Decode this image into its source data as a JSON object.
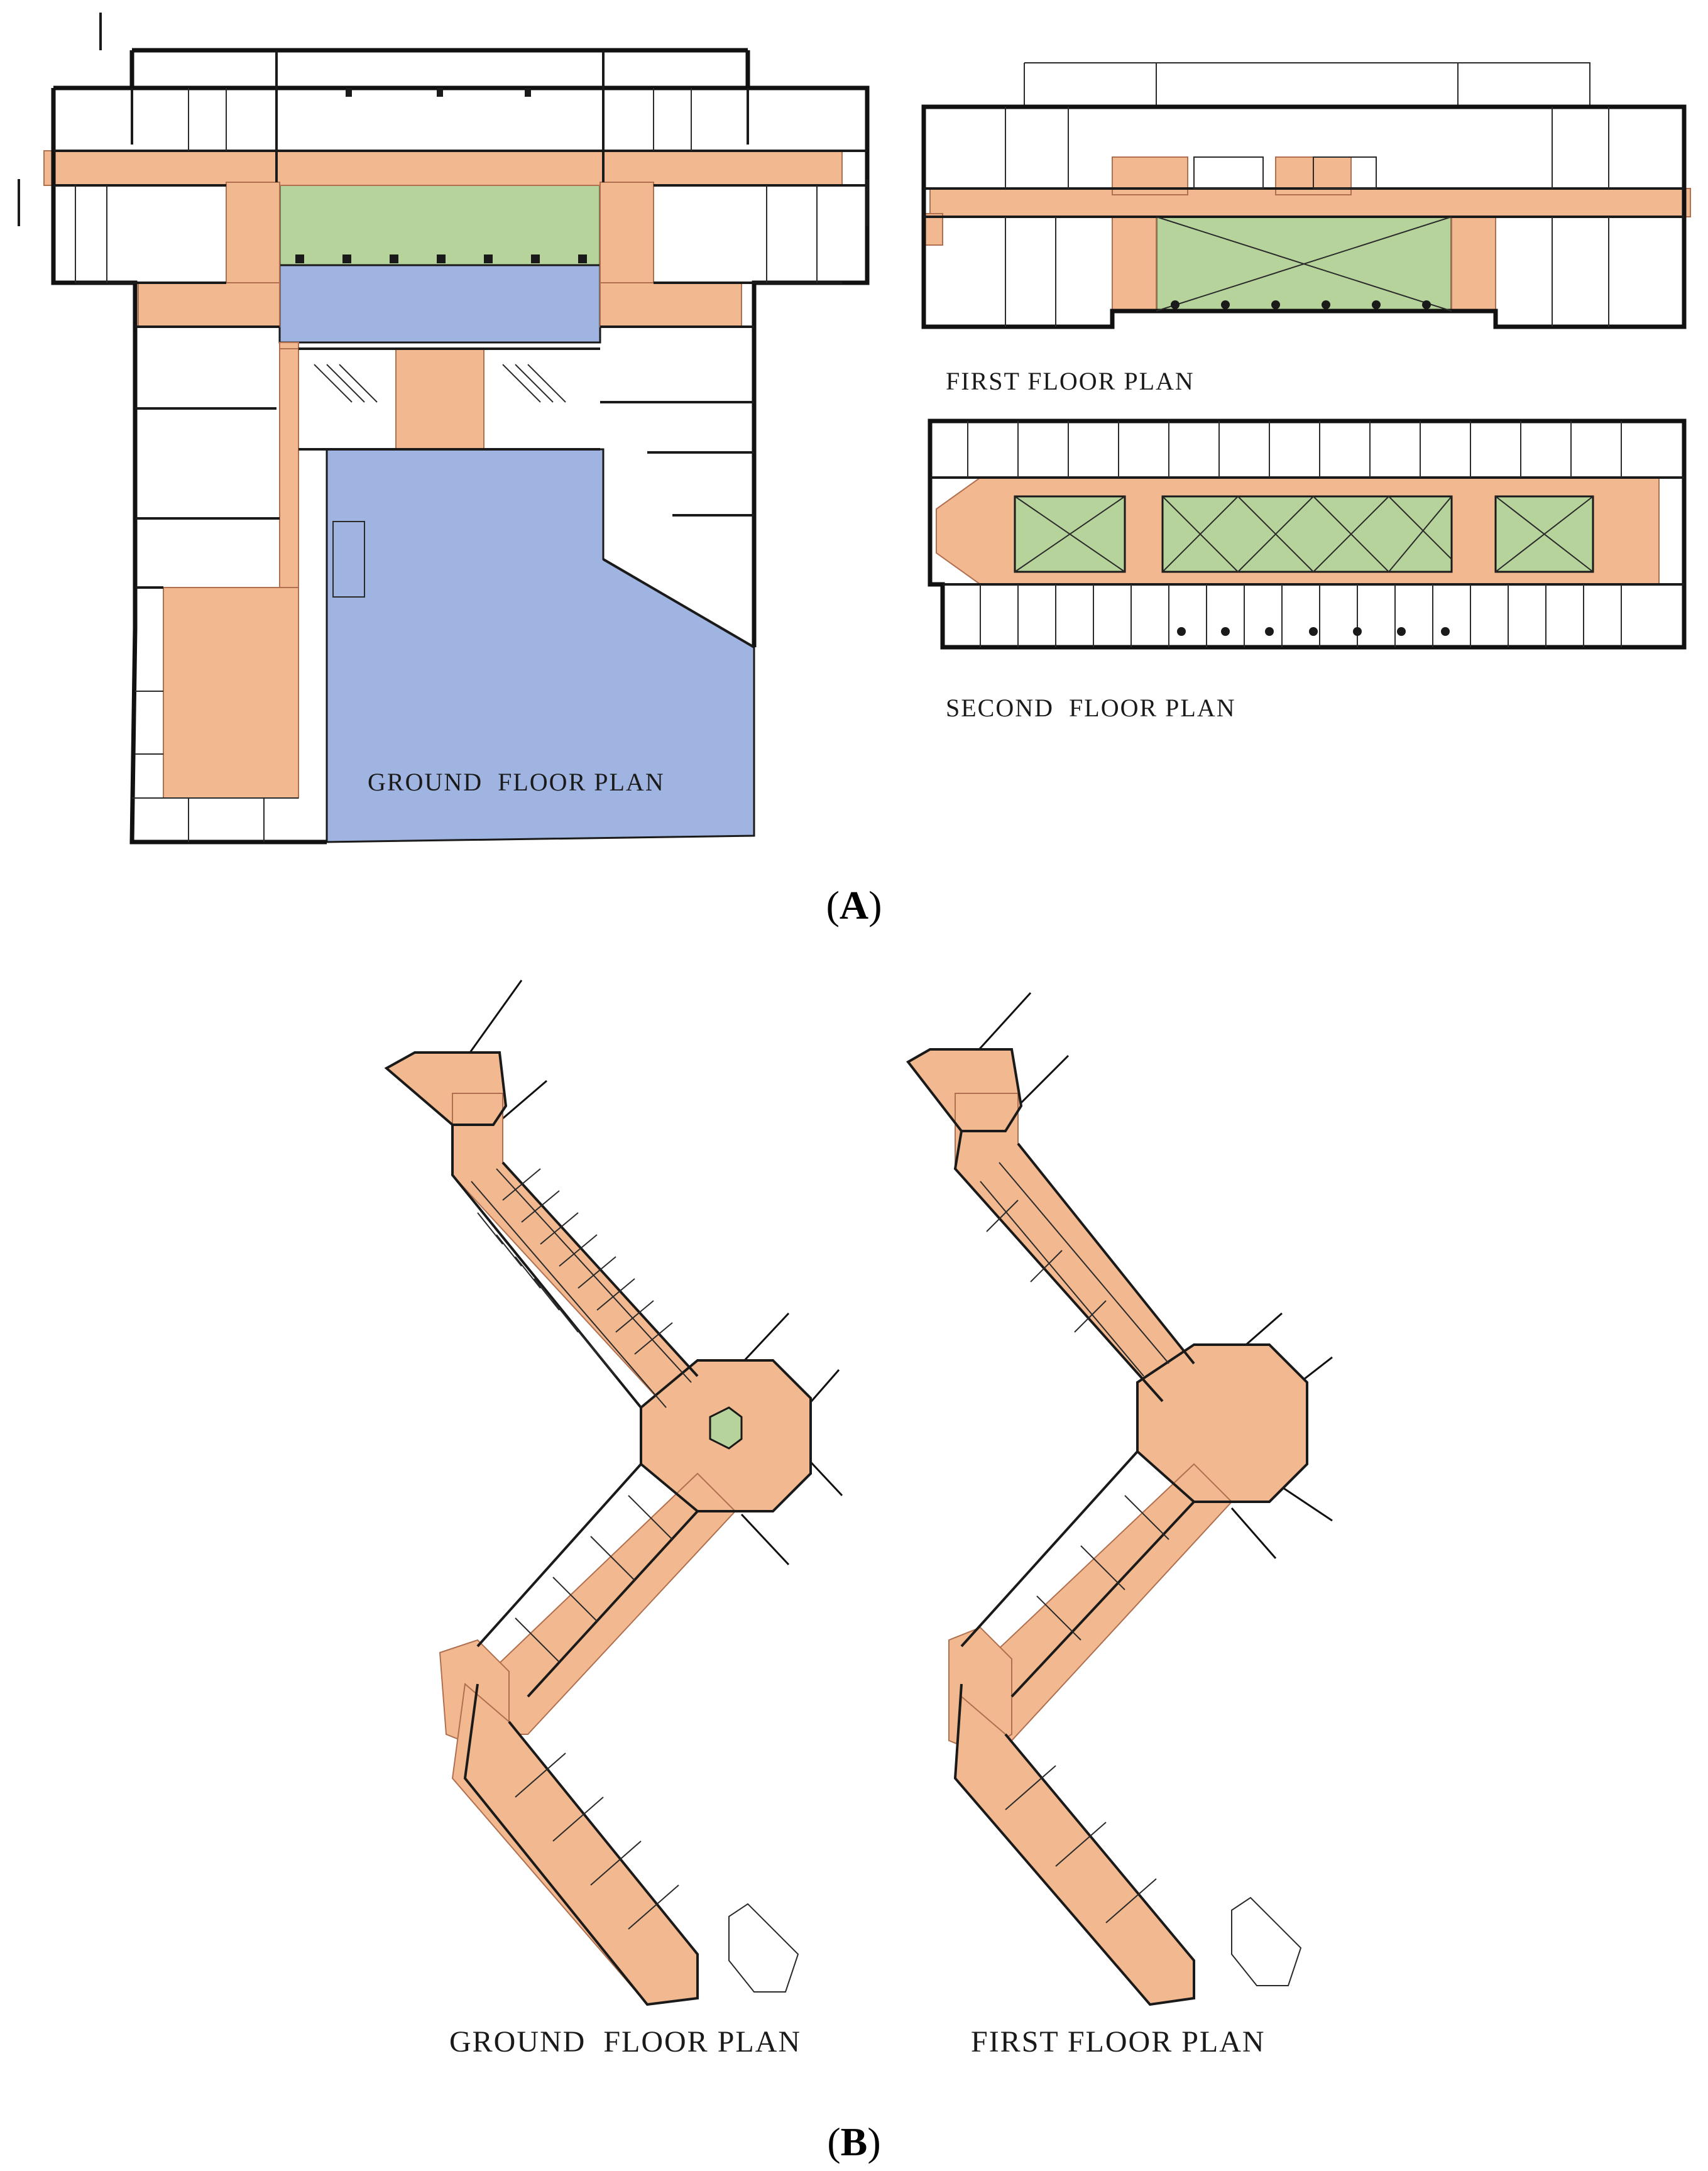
{
  "colors": {
    "circulation": "#f2b88f",
    "courtyard": "#b5d39a",
    "open_space": "#9fb4e0",
    "wall": "#1a1a1a"
  },
  "panel_a": {
    "ground_floor_label": "GROUND  FLOOR PLAN",
    "first_floor_label": "FIRST FLOOR PLAN",
    "second_floor_label": "SECOND  FLOOR PLAN",
    "caption_open": "(",
    "caption_letter": "A",
    "caption_close": ")"
  },
  "panel_b": {
    "ground_floor_label": "GROUND  FLOOR PLAN",
    "first_floor_label": "FIRST FLOOR PLAN",
    "caption_open": "(",
    "caption_letter": "B",
    "caption_close": ")"
  }
}
